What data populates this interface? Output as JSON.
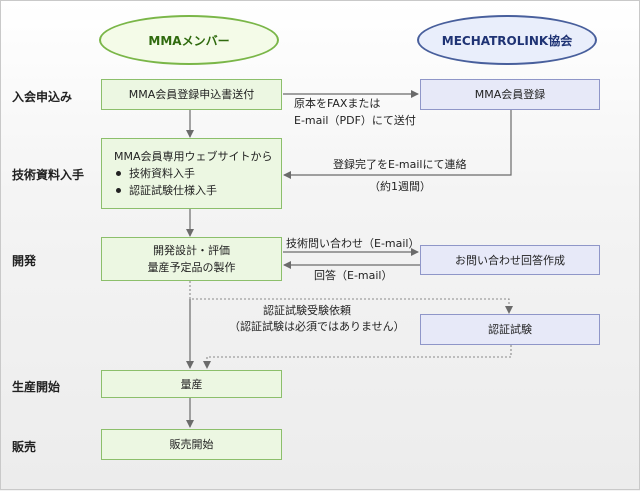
{
  "actors": {
    "member": "MMAメンバー",
    "association": "MECHATROLINK協会"
  },
  "stages": {
    "join": "入会申込み",
    "docs": "技術資料入手",
    "dev": "開発",
    "production": "生産開始",
    "sales": "販売"
  },
  "boxes": {
    "member_application": "MMA会員登録申込書送付",
    "assoc_registration": "MMA会員登録",
    "docs_title": "MMA会員専用ウェブサイトから",
    "docs_items": [
      "技術資料入手",
      "認証試験仕様入手"
    ],
    "dev_line1": "開発設計・評価",
    "dev_line2": "量産予定品の製作",
    "inquiry_reply": "お問い合わせ回答作成",
    "cert_test": "認証試験",
    "mass_production": "量産",
    "sales_start": "販売開始"
  },
  "notes": {
    "fax_line1": "原本をFAXまたは",
    "fax_line2": "E-mail（PDF）にて送付",
    "done_line1": "登録完了をE-mailにて連絡",
    "done_line2": "（約1週間）",
    "inquiry": "技術問い合わせ（E-mail）",
    "reply": "回答（E-mail）",
    "cert_request": "認証試験受験依頼",
    "cert_optional": "（認証試験は必須ではありません）"
  }
}
